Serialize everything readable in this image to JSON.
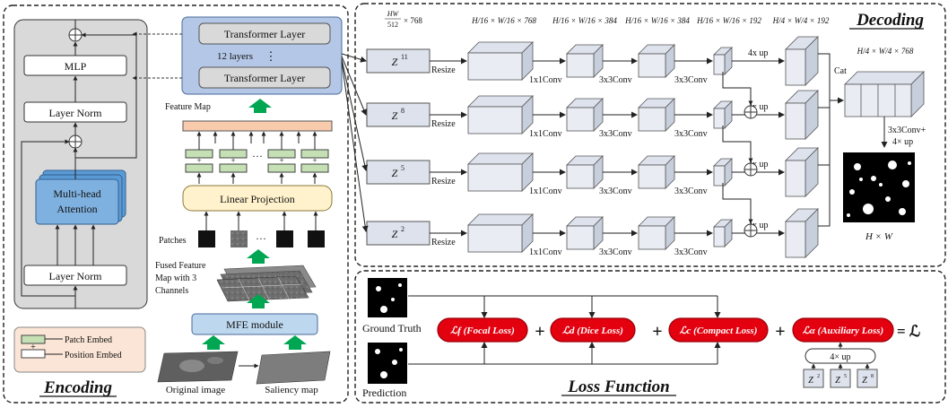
{
  "panels": {
    "encoding_title": "Encoding",
    "decoding_title": "Decoding",
    "loss_title": "Loss Function"
  },
  "encoder_block": {
    "mlp": "MLP",
    "layer_norm_top": "Layer Norm",
    "mha": [
      "Multi-head",
      "Attention"
    ],
    "layer_norm_bottom": "Layer Norm"
  },
  "legend": {
    "patch_embed": "Patch Embed",
    "position_embed": "Position Embed"
  },
  "transformer": {
    "layer_top": "Transformer Layer",
    "layers_count": "12 layers",
    "dots": "⋮",
    "layer_bottom": "Transformer Layer"
  },
  "encoder_pipeline": {
    "feature_map": "Feature Map",
    "embed_dots": "···",
    "linear_projection": "Linear Projection",
    "patches": "Patches",
    "patch_dots": "···",
    "fused_label": [
      "Fused Feature",
      "Map with 3",
      "Channels"
    ],
    "mfe_module": "MFE module",
    "original_image": "Original image",
    "saliency_map": "Saliency map"
  },
  "decoding": {
    "dims": {
      "d0_top": "HW",
      "d0_bottom": "512",
      "d0_suffix": "× 768",
      "d1": "H/16 × W/16 × 768",
      "d2": "H/16 × W/16 × 384",
      "d3": "H/16 × W/16 × 384",
      "d4": "H/16 × W/16 × 192",
      "d5": "H/4 × W/4 × 192",
      "d_cat": "H/4 × W/4 × 768"
    },
    "z_labels": [
      "Z",
      "Z",
      "Z",
      "Z"
    ],
    "z_superscripts": [
      "11",
      "8",
      "5",
      "2"
    ],
    "resize": "Resize",
    "conv1": "1x1Conv",
    "conv3": "3x3Conv",
    "up4": "4x up",
    "cat": "Cat",
    "final_conv": [
      "3x3Conv+",
      "4× up"
    ],
    "output_size": "H × W"
  },
  "loss": {
    "ground_truth": "Ground Truth",
    "prediction": "Prediction",
    "focal": "ℒf (Focal Loss)",
    "dice": "ℒd (Dice Loss)",
    "compact": "ℒc (Compact Loss)",
    "auxiliary": "ℒα (Auxiliary Loss)",
    "plus": "+",
    "equals": "= ℒ",
    "aux_up": "4× up",
    "aux_z": [
      "Z",
      "Z",
      "Z"
    ],
    "aux_sup": [
      "2",
      "5",
      "8"
    ]
  },
  "colors": {
    "encoder_bg": "#d9d9d9",
    "mha_blue": "#5b9bd5",
    "transformer_blue": "#b4c7e7",
    "linear_proj_yellow": "#fff2cc",
    "feature_pink": "#f8cbad",
    "embed_green": "#c5e0b4",
    "legend_bg": "#fbe5d6",
    "mfe_blue": "#bdd7ee",
    "arrow_green": "#00a651",
    "loss_red": "#e3000f"
  }
}
